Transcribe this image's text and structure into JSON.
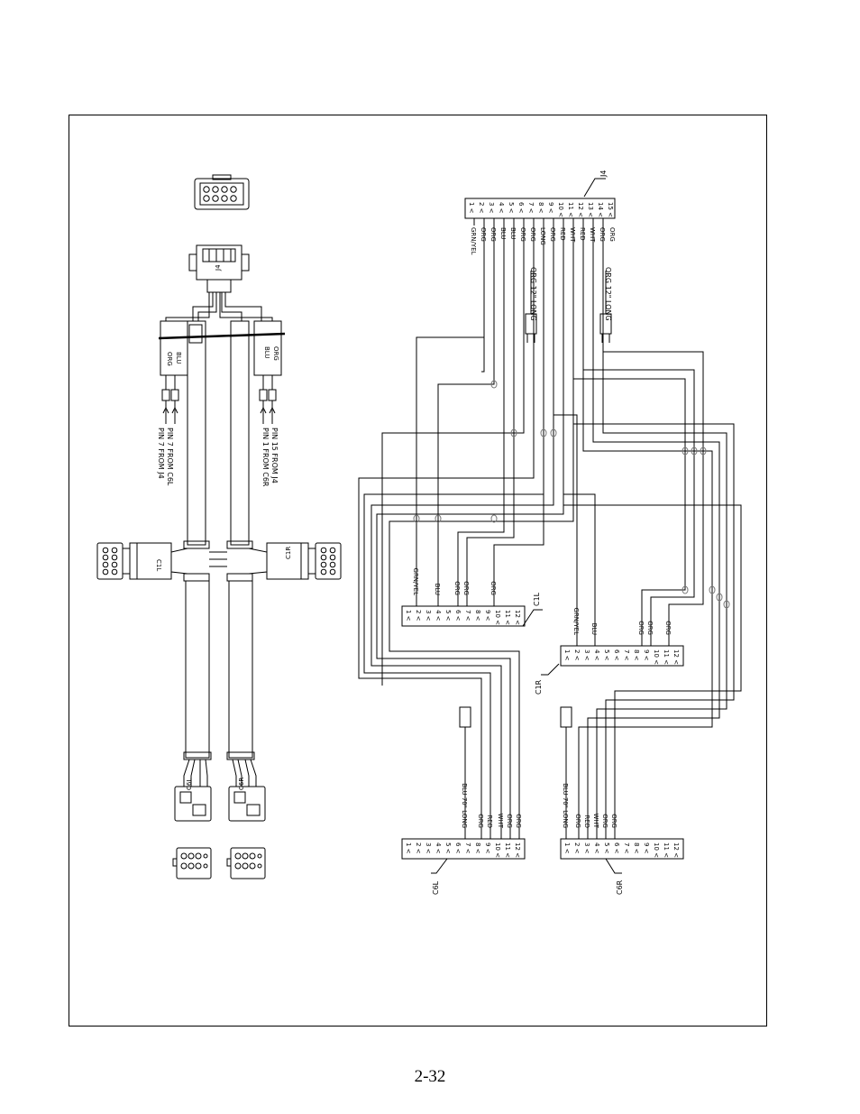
{
  "page": {
    "number": "2-32"
  },
  "colors": {
    "line": "#000000",
    "grey_line": "#777777",
    "background": "#ffffff"
  },
  "harness": {
    "j4_label": "J4",
    "c1l_label": "C1L",
    "c1r_label": "C1R",
    "c6l_label": "C6L",
    "c6r_label": "C6R",
    "left_sleeve_labels": [
      "ORG",
      "BLU"
    ],
    "right_sleeve_labels": [
      "BLU",
      "ORG"
    ],
    "pin_notes_left": [
      "PIN 7 FROM J4",
      "PIN 7 FROM C6L"
    ],
    "pin_notes_right": [
      "PIN 1 FROM C6R",
      "PIN 15 FROM J4"
    ]
  },
  "schematic": {
    "j4": {
      "label": "J4",
      "pins": [
        "1",
        "2",
        "3",
        "4",
        "5",
        "6",
        "7",
        "8",
        "9",
        "10",
        "11",
        "12",
        "13",
        "14",
        "15"
      ],
      "wires": [
        "GRN/YEL",
        "ORG",
        "ORG",
        "BLU",
        "BLU",
        "ORG",
        "ORG",
        "LONG",
        "ORG",
        "RED",
        "WHT",
        "RED",
        "WHT",
        "ORG",
        "ORG"
      ],
      "tail_labels": [
        "ORG 12\" LONG",
        "ORG 12\" LONG"
      ]
    },
    "c1l": {
      "label": "C1L",
      "pins": [
        "1",
        "2",
        "3",
        "4",
        "5",
        "6",
        "7",
        "8",
        "9",
        "10",
        "11",
        "12"
      ],
      "wires": [
        "GRN/YEL",
        "BLU",
        "ORG",
        "ORG",
        "ORG"
      ]
    },
    "c1r": {
      "label": "C1R",
      "pins": [
        "1",
        "2",
        "3",
        "4",
        "5",
        "6",
        "7",
        "8",
        "9",
        "10",
        "11",
        "12"
      ],
      "wires": [
        "GRN/YEL",
        "BLU",
        "ORG",
        "ORG",
        "ORG"
      ]
    },
    "c6l": {
      "label": "C6L",
      "pins": [
        "1",
        "2",
        "3",
        "4",
        "5",
        "6",
        "7",
        "8",
        "9",
        "10",
        "11",
        "12"
      ],
      "wires": [
        "BLU 70\" LONG",
        "ORG",
        "RED",
        "WHT",
        "ORG",
        "ORG"
      ]
    },
    "c6r": {
      "label": "C6R",
      "pins": [
        "1",
        "2",
        "3",
        "4",
        "5",
        "6",
        "7",
        "8",
        "9",
        "10",
        "11",
        "12"
      ],
      "wires": [
        "BLU 70\" LONG",
        "ORG",
        "RED",
        "WHT",
        "ORG",
        "ORG"
      ]
    }
  }
}
